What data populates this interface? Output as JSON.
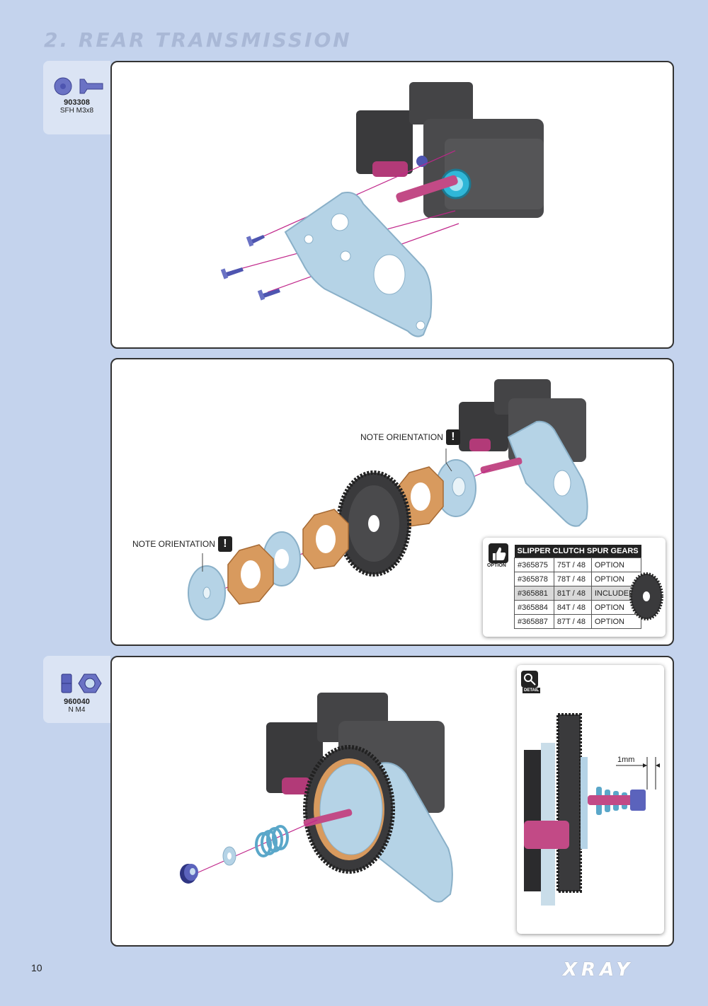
{
  "page": {
    "title": "2. REAR TRANSMISSION",
    "page_number": "10",
    "brand": "XRAY"
  },
  "step1": {
    "part_code": "903308",
    "part_desc": "SFH M3x8"
  },
  "step2": {
    "note_top": "NOTE ORIENTATION",
    "note_left": "NOTE ORIENTATION",
    "option_label": "OPTION",
    "table_title": "SLIPPER CLUTCH SPUR GEARS",
    "rows": [
      {
        "part": "#365875",
        "teeth": "75T / 48",
        "status": "OPTION"
      },
      {
        "part": "#365878",
        "teeth": "78T / 48",
        "status": "OPTION"
      },
      {
        "part": "#365881",
        "teeth": "81T / 48",
        "status": "INCLUDED"
      },
      {
        "part": "#365884",
        "teeth": "84T / 48",
        "status": "OPTION"
      },
      {
        "part": "#365887",
        "teeth": "87T / 48",
        "status": "OPTION"
      }
    ]
  },
  "step3": {
    "part_code": "960040",
    "part_desc": "N M4",
    "detail_label": "DETAIL",
    "gap_label": "1mm"
  },
  "colors": {
    "background": "#c4d3ed",
    "title": "#a9b8d6",
    "plate": "#b5d3e6",
    "housing": "#3a3a3c",
    "axle": "#c24a86",
    "screw": "#4e55b0",
    "bearing": "#2fb7d8",
    "pad": "#d89a5e"
  },
  "icons": [
    "screw-icon",
    "nut-icon",
    "thumbs-up-icon",
    "magnifier-icon",
    "exclamation-icon"
  ]
}
